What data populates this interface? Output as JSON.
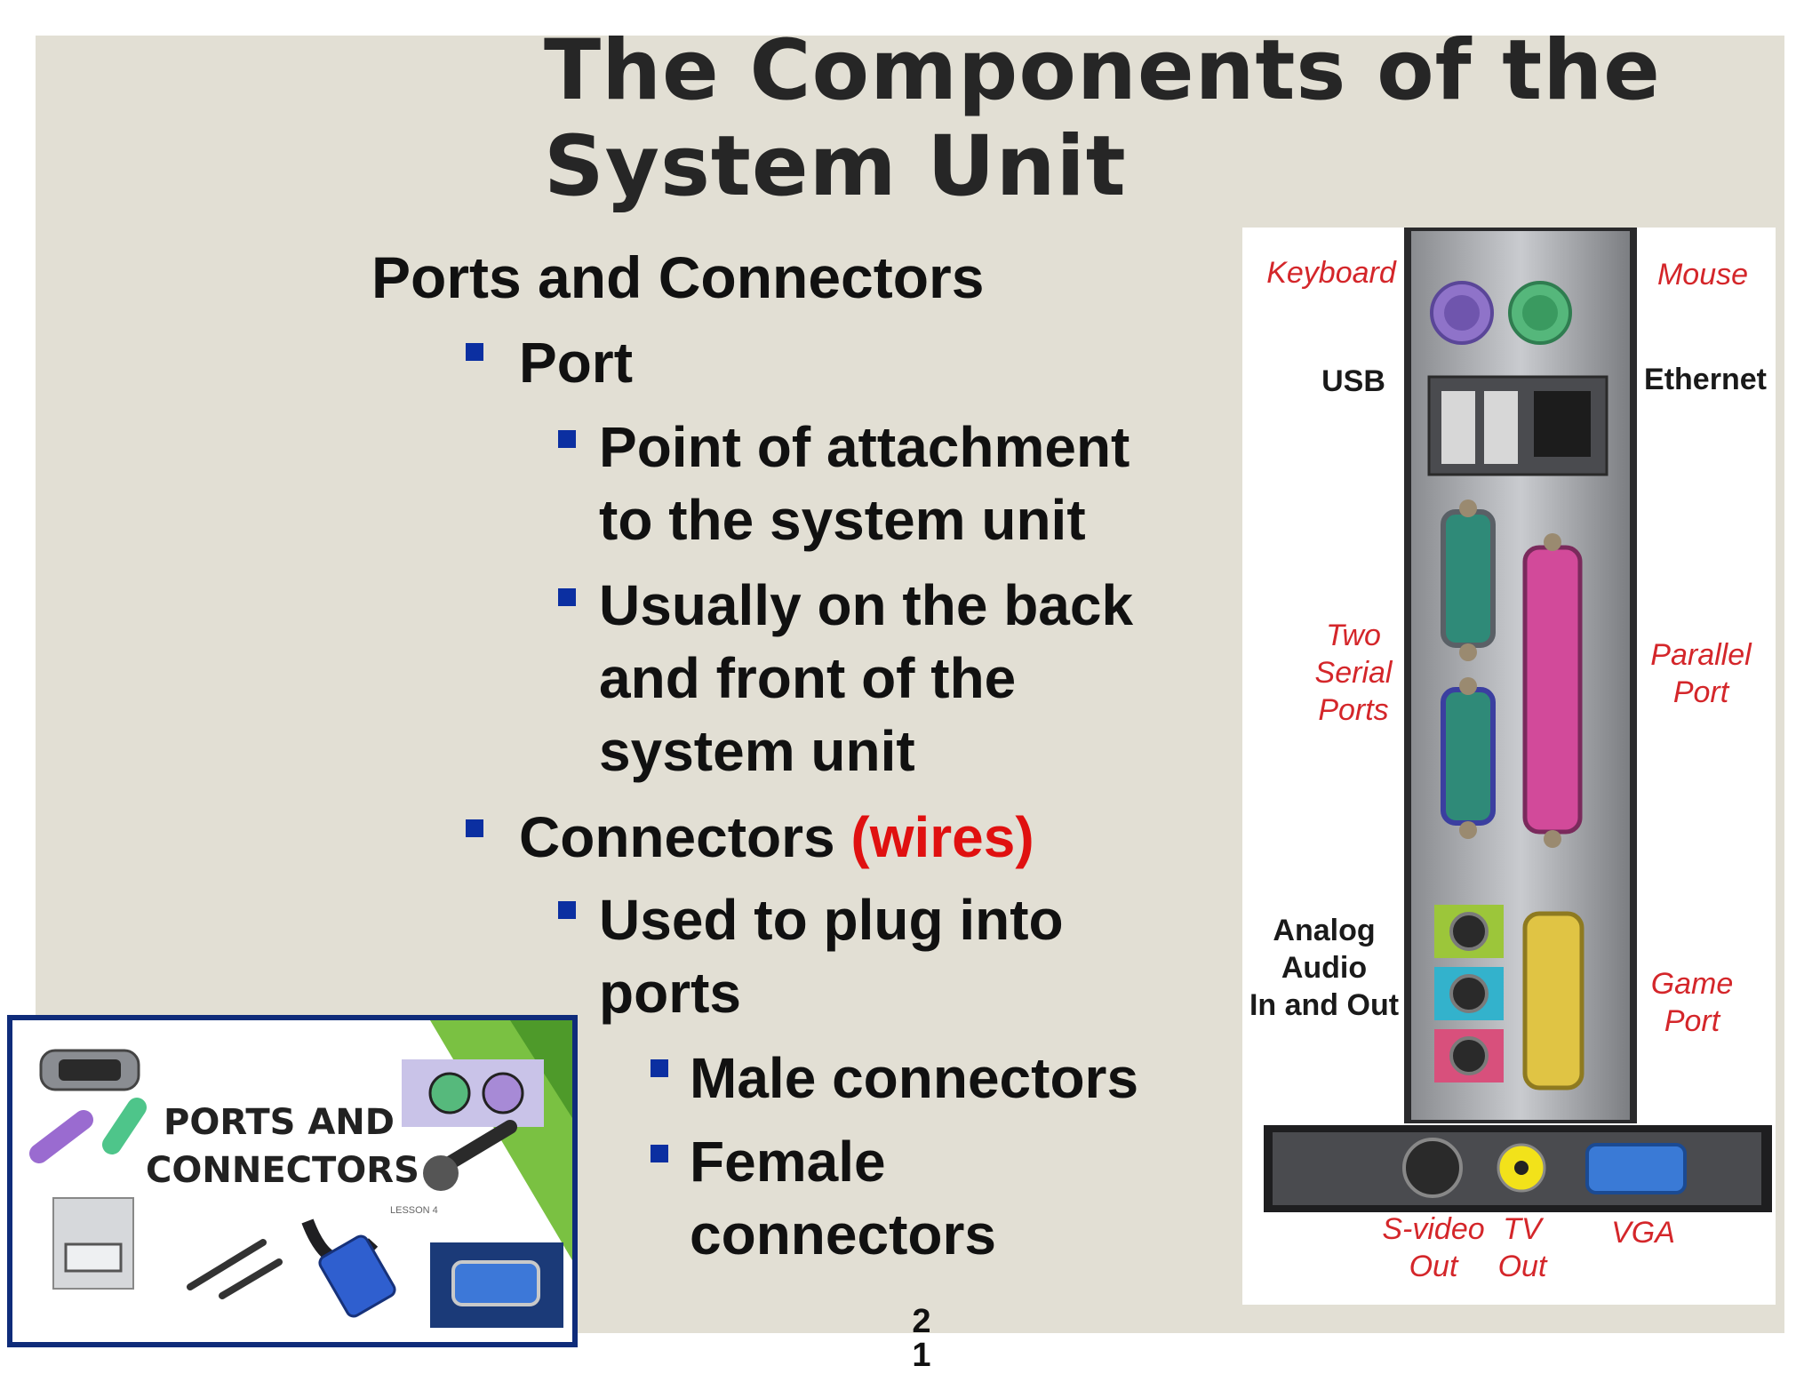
{
  "slide": {
    "title_line1": "The Components of the",
    "title_line2": "System Unit",
    "heading": "Ports and Connectors",
    "bullets": [
      {
        "label": "Port",
        "sub": [
          {
            "lines": [
              "Point of attachment",
              "to the system unit"
            ]
          },
          {
            "lines": [
              "Usually on the back",
              "and front of the",
              "system unit"
            ]
          }
        ]
      },
      {
        "label": "Connectors",
        "label_highlight": "(wires)",
        "sub": [
          {
            "lines": [
              "Used to plug into",
              "ports"
            ],
            "sub": [
              {
                "lines": [
                  "Male connectors"
                ]
              },
              {
                "lines": [
                  "Female",
                  "connectors"
                ]
              }
            ]
          }
        ]
      }
    ],
    "page_number": [
      "2",
      "1"
    ]
  },
  "panel_labels": {
    "keyboard": "Keyboard",
    "mouse": "Mouse",
    "usb": "USB",
    "ethernet": "Ethernet",
    "two_serial": [
      "Two",
      "Serial",
      "Ports"
    ],
    "parallel": [
      "Parallel",
      "Port"
    ],
    "analog_audio": [
      "Analog",
      "Audio",
      "In and Out"
    ],
    "game_port": [
      "Game",
      "Port"
    ],
    "svideo": [
      "S-video",
      "Out"
    ],
    "tv": [
      "TV",
      "Out"
    ],
    "vga": "VGA"
  },
  "thumbnail": {
    "title": [
      "PORTS AND",
      "CONNECTORS"
    ],
    "subtitle": "LESSON 4"
  },
  "colors": {
    "slide_bg": "#e2dfd4",
    "bullet": "#0b2fa1",
    "highlight": "#e01010",
    "thumb_border": "#0f2c7a",
    "green_accent": "#7ac142"
  }
}
